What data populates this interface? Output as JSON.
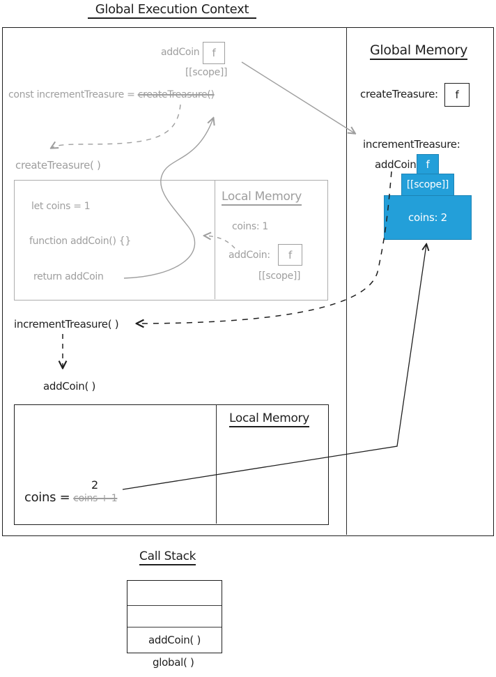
{
  "title": "Global Execution Context",
  "global_context": {
    "faded": {
      "addcoin_label": "addCoin",
      "addcoin_f": "f",
      "addcoin_scope": "[[scope]]",
      "const_line_prefix": "const incrementTreasure = ",
      "const_line_struck": "createTreasure()",
      "create_treasure_call": "createTreasure( )",
      "code_box": {
        "line_let": "let coins = 1",
        "line_function": "function addCoin() {}",
        "line_return": "return addCoin",
        "local_memory": {
          "title": "Local Memory",
          "coins_entry": "coins: 1",
          "addcoin_label": "addCoin:",
          "addcoin_f": "f",
          "scope": "[[scope]]"
        }
      }
    },
    "active": {
      "increment_call": "incrementTreasure( )",
      "addcoin_call": "addCoin( )",
      "exec_box": {
        "local_memory_title": "Local Memory",
        "coins_lhs": "coins =",
        "coins_struck": "coins + 1",
        "coins_value": "2"
      }
    }
  },
  "global_memory": {
    "title": "Global Memory",
    "create_treasure_label": "createTreasure:",
    "create_treasure_f": "f",
    "increment_label": "incrementTreasure:",
    "closure": {
      "addcoin_label": "addCoin",
      "f": "f",
      "scope": "[[scope]]",
      "coins": "coins: 2"
    }
  },
  "call_stack": {
    "title": "Call Stack",
    "rows": [
      "",
      "",
      "addCoin( )"
    ],
    "base_label": "global( )"
  },
  "colors": {
    "ink": "#1e1e1e",
    "faded_gray": "#9e9e9e",
    "accent_blue": "#239fd9"
  }
}
